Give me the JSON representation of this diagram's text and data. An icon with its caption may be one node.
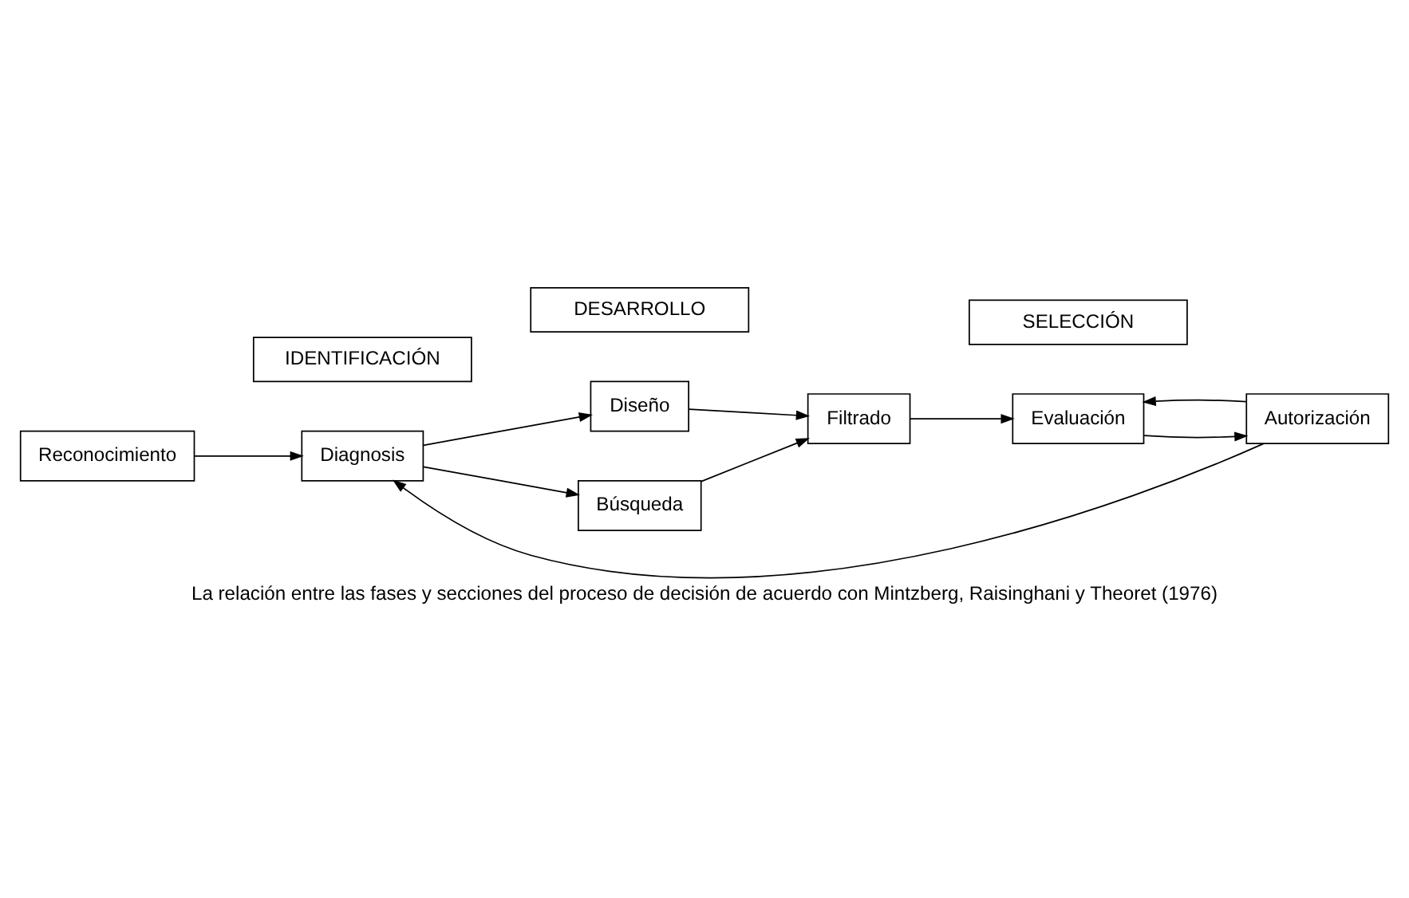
{
  "diagram": {
    "caption": "La relación entre las fases y secciones del proceso de decisión de acuerdo con Mintzberg, Raisinghani y Theoret (1976)",
    "nodes": [
      {
        "text": [
          "Reconocimiento"
        ]
      },
      {
        "text": [
          "Diagnosis"
        ]
      },
      {
        "text": [
          "Diseño"
        ]
      },
      {
        "text": [
          "Búsqueda"
        ]
      },
      {
        "text": [
          "Filtrado"
        ]
      },
      {
        "text": [
          "Evaluación"
        ]
      },
      {
        "text": [
          "Autorización"
        ]
      },
      {
        "text": [
          "IDENTIFICACIÓN"
        ]
      },
      {
        "text": [
          "DESARROLLO"
        ]
      },
      {
        "text": [
          "SELECCIÓN"
        ]
      }
    ],
    "edges": [
      {
        "from": 0,
        "to": 1,
        "arrow": "to"
      },
      {
        "from": 1,
        "to": 2,
        "arrow": "to"
      },
      {
        "from": 1,
        "to": 3,
        "arrow": "to"
      },
      {
        "from": 2,
        "to": 4,
        "arrow": "to"
      },
      {
        "from": 3,
        "to": 4,
        "arrow": "to"
      },
      {
        "from": 4,
        "to": 5,
        "arrow": "to"
      },
      {
        "from": 5,
        "to": 6,
        "arrow": "to"
      },
      {
        "from": 6,
        "to": 1,
        "arrow": "to"
      },
      {
        "from": 6,
        "to": 5,
        "arrow": "to"
      }
    ]
  }
}
